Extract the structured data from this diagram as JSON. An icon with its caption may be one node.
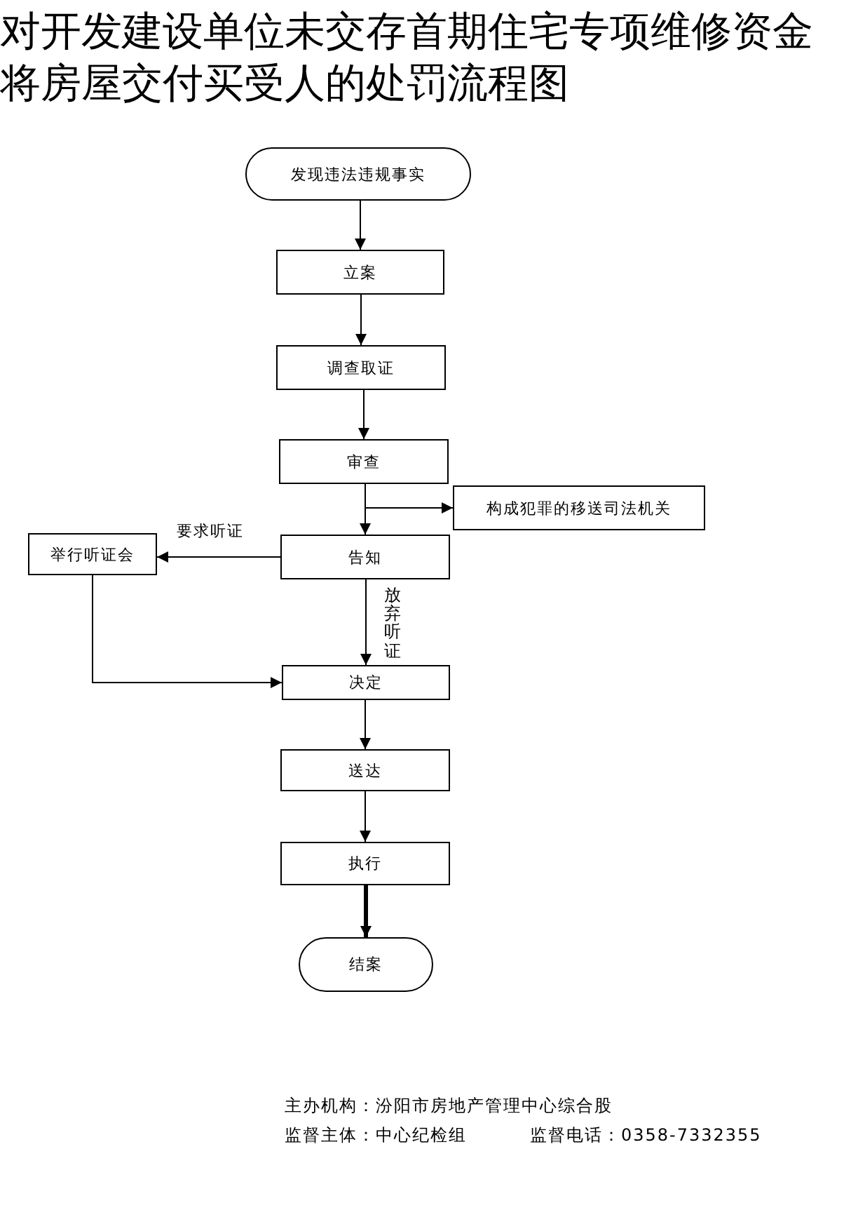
{
  "diagram": {
    "title": "对开发建设单位未交存首期住宅专项维修资金将房屋交付买受人的处罚流程图",
    "nodes": [
      {
        "text": [
          "发现违法违规事实"
        ]
      },
      {
        "text": [
          "立案"
        ]
      },
      {
        "text": [
          "调查取证"
        ]
      },
      {
        "text": [
          "审查"
        ]
      },
      {
        "text": [
          "构成犯罪的移送司法机关"
        ]
      },
      {
        "text": [
          "告知"
        ]
      },
      {
        "text": [
          "举行听证会"
        ]
      },
      {
        "text": [
          "决定"
        ]
      },
      {
        "text": [
          "送达"
        ]
      },
      {
        "text": [
          "执行"
        ]
      },
      {
        "text": [
          "结案"
        ]
      }
    ],
    "edges": [
      {
        "from": 0,
        "to": 1,
        "arrow": "to"
      },
      {
        "from": 1,
        "to": 2,
        "arrow": "to"
      },
      {
        "from": 2,
        "to": 3,
        "arrow": "to"
      },
      {
        "from": 3,
        "to": 5,
        "arrow": "to"
      },
      {
        "from": 3,
        "to": 4,
        "arrow": "to"
      },
      {
        "from": 5,
        "to": 6,
        "arrow": "to",
        "label": "要求听证"
      },
      {
        "from": 5,
        "to": 7,
        "arrow": "to",
        "label": "放弃听证"
      },
      {
        "from": 6,
        "to": 7,
        "arrow": "to"
      },
      {
        "from": 7,
        "to": 8,
        "arrow": "to"
      },
      {
        "from": 8,
        "to": 9,
        "arrow": "to"
      },
      {
        "from": 9,
        "to": 10,
        "arrow": "to",
        "style": "thick"
      }
    ],
    "labels": [
      "主办机构：汾阳市房地产管理中心综合股",
      "监督主体：中心纪检组",
      "监督电话：0358-7332355"
    ]
  }
}
